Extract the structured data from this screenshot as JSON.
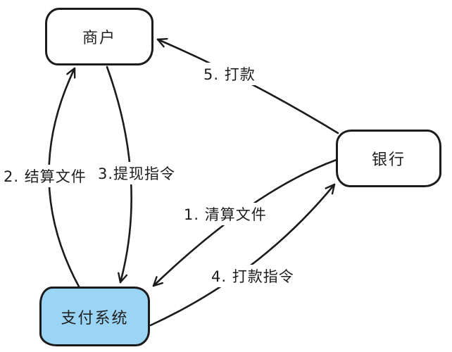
{
  "diagram": {
    "title": "payment-clearing-flow",
    "background": "#ffffff",
    "stroke_color": "#1b1b1b",
    "nodes": [
      {
        "id": "merchant",
        "label": "商户",
        "fill": "#ffffff"
      },
      {
        "id": "bank",
        "label": "银行",
        "fill": "#ffffff"
      },
      {
        "id": "payment-system",
        "label": "支付系统",
        "fill": "#9bd5f5"
      }
    ],
    "edges": [
      {
        "num": "1",
        "label": "1. 清算文件",
        "from": "bank",
        "to": "payment-system"
      },
      {
        "num": "2",
        "label": "2. 结算文件",
        "from": "payment-system",
        "to": "merchant"
      },
      {
        "num": "3",
        "label": "3.提现指令",
        "from": "merchant",
        "to": "payment-system"
      },
      {
        "num": "4",
        "label": "4. 打款指令",
        "from": "payment-system",
        "to": "bank"
      },
      {
        "num": "5",
        "label": "5. 打款",
        "from": "bank",
        "to": "merchant"
      }
    ]
  }
}
